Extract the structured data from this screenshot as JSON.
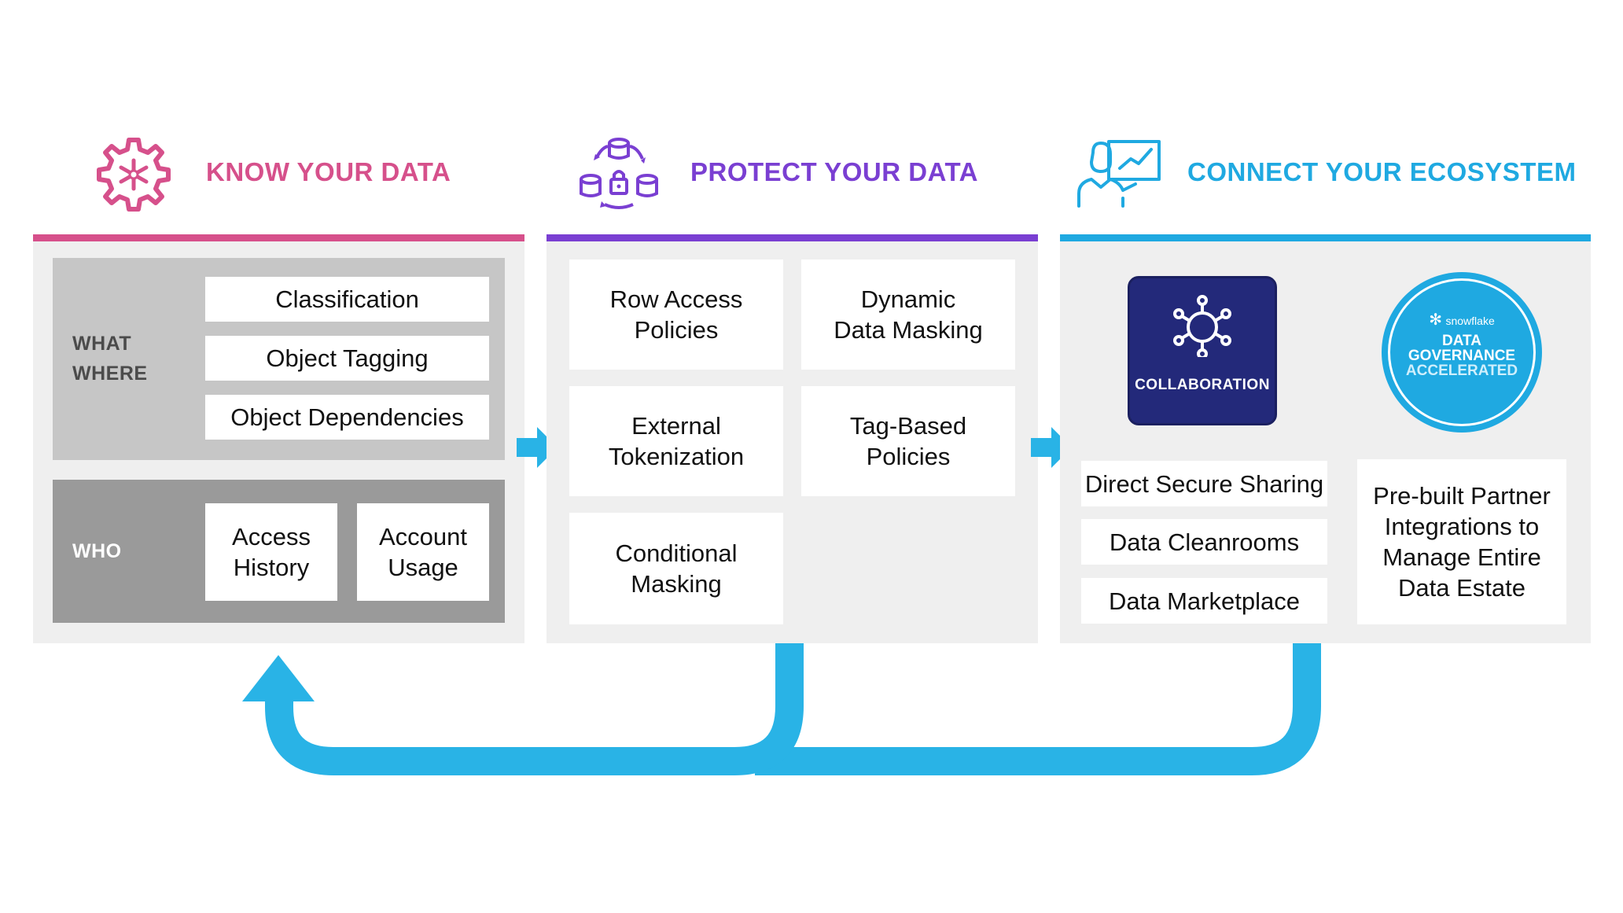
{
  "colors": {
    "know": "#d6508b",
    "protect": "#7a3fd2",
    "connect": "#1fa9e1",
    "arrow": "#29b3e6",
    "what_block": "#c6c6c6",
    "who_block": "#9a9a9a",
    "collab_tile": "#23297a",
    "badge": "#1fa9e1"
  },
  "know": {
    "heading": "KNOW YOUR DATA",
    "icon": "snowflake-gear-icon",
    "what_label": "WHAT",
    "where_label": "WHERE",
    "what_items": [
      "Classification",
      "Object Tagging",
      "Object Dependencies"
    ],
    "who_label": "WHO",
    "who_items": [
      "Access History",
      "Account Usage"
    ]
  },
  "protect": {
    "heading": "PROTECT YOUR DATA",
    "icon": "database-lock-cycle-icon",
    "items": [
      "Row Access Policies",
      "Dynamic Data Masking",
      "External Tokenization",
      "Tag-Based Policies",
      "Conditional Masking"
    ]
  },
  "connect": {
    "heading": "CONNECT YOUR ECOSYSTEM",
    "icon": "person-chart-icon",
    "collab_label": "COLLABORATION",
    "badge_brand": "snowflake",
    "badge_line1": "DATA",
    "badge_line2": "GOVERNANCE",
    "badge_line3": "ACCELERATED",
    "items": [
      "Direct Secure Sharing",
      "Data Cleanrooms",
      "Data Marketplace"
    ],
    "partner_text": "Pre-built Partner Integrations to Manage Entire Data Estate"
  }
}
